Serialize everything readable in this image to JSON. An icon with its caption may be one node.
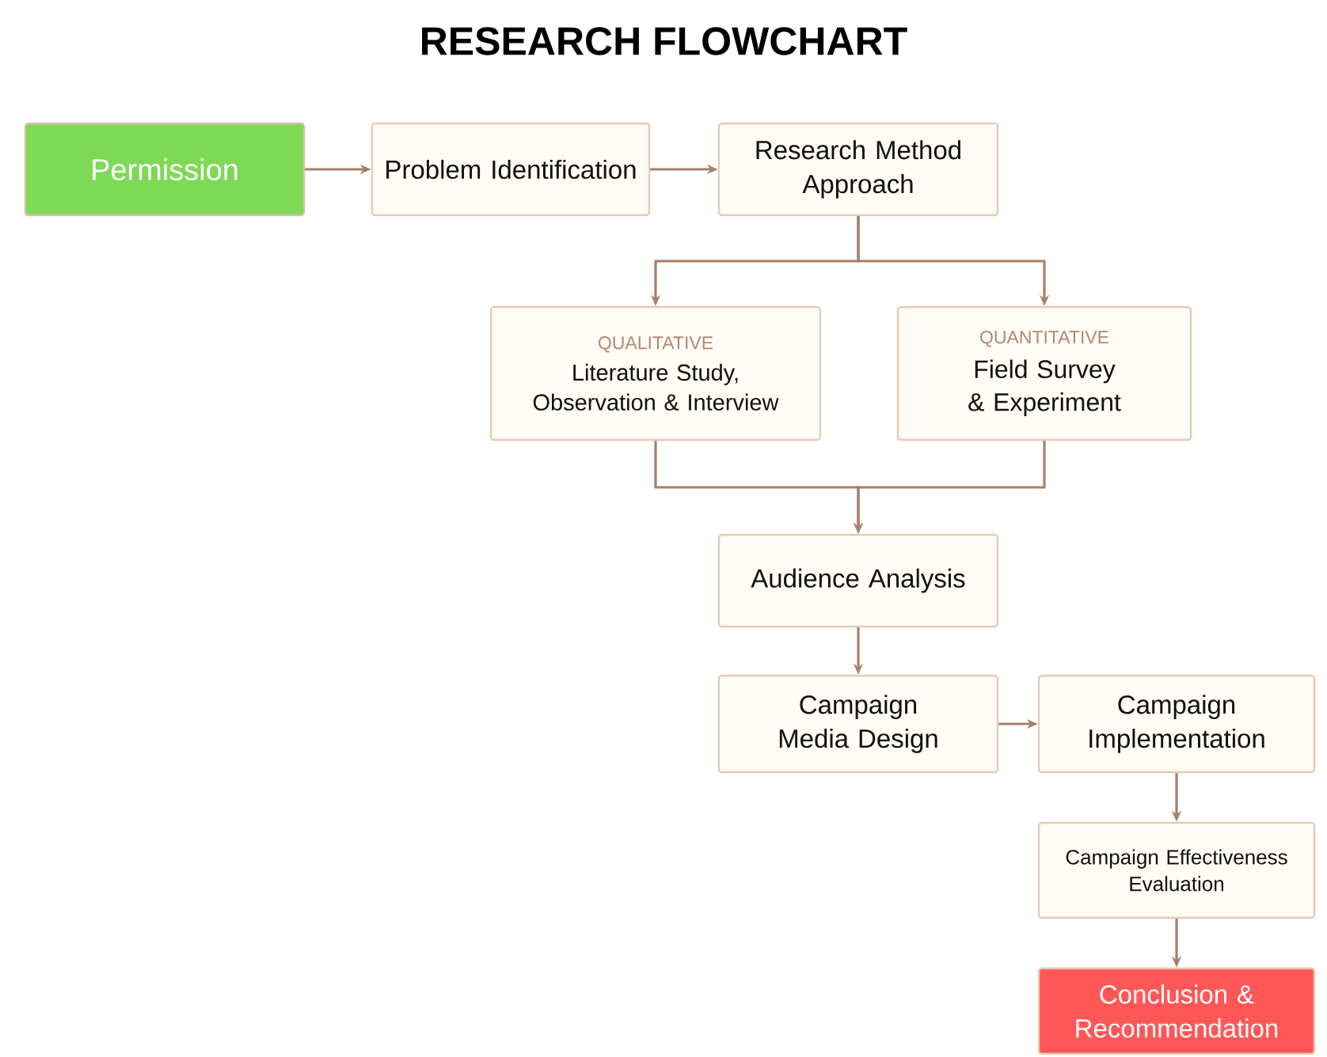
{
  "diagram": {
    "title": "RESEARCH FLOWCHART",
    "nodes": [
      {
        "text": [
          "Permission"
        ]
      },
      {
        "text": [
          "Problem Identification"
        ]
      },
      {
        "text": [
          "Research Method Approach"
        ]
      },
      {
        "text": [
          "QUALITATIVE",
          "Literature Study, Observation & Interview"
        ]
      },
      {
        "text": [
          "QUANTITATIVE",
          "Field Survey & Experiment"
        ]
      },
      {
        "text": [
          "Audience Analysis"
        ]
      },
      {
        "text": [
          "Campaign Media Design"
        ]
      },
      {
        "text": [
          "Campaign Implementation"
        ]
      },
      {
        "text": [
          "Campaign Effectiveness Evaluation"
        ]
      },
      {
        "text": [
          "Conclusion & Recommendation"
        ]
      }
    ],
    "edges": [
      {
        "from": 0,
        "to": 1,
        "arrow": "to"
      },
      {
        "from": 1,
        "to": 2,
        "arrow": "to"
      },
      {
        "from": 2,
        "to": 3,
        "arrow": "to"
      },
      {
        "from": 2,
        "to": 4,
        "arrow": "to"
      },
      {
        "from": 3,
        "to": 5,
        "arrow": "to"
      },
      {
        "from": 4,
        "to": 5,
        "arrow": "to"
      },
      {
        "from": 5,
        "to": 6,
        "arrow": "to"
      },
      {
        "from": 6,
        "to": 7,
        "arrow": "to"
      },
      {
        "from": 7,
        "to": 8,
        "arrow": "to"
      },
      {
        "from": 8,
        "to": 9,
        "arrow": "to"
      }
    ]
  }
}
